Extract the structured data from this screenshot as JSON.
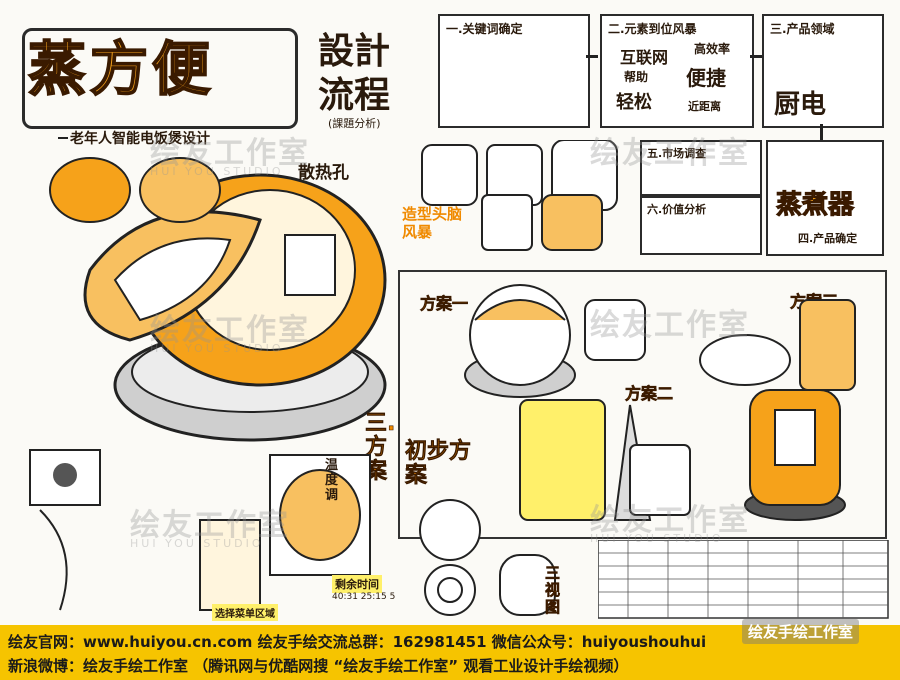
{
  "title": {
    "main": "蒸方便",
    "subtitle": "老年人智能电饭煲设计"
  },
  "process": {
    "heading_line1": "設計",
    "heading_line2": "流程",
    "big_char": "便",
    "annotation": "(課題分析)"
  },
  "steps": {
    "step1": "一.关键词确定",
    "step2": "二.元素到位风暴",
    "step2_words": [
      "互联网",
      "高效率",
      "帮助",
      "便捷",
      "轻松",
      "近距离"
    ],
    "step3": "三.产品领域",
    "step3_word": "厨电",
    "step4": "四.产品确定",
    "step4_word": "蒸煮器",
    "step5": "五.市场调查",
    "step6": "六.价值分析"
  },
  "labels": {
    "heat": "散热孔",
    "form_storm": "造型头脑风暴",
    "plan1": "方案一",
    "plan2": "方案二",
    "plan3": "方案三",
    "initial": "初步方案",
    "final": "三.方案",
    "temp": "温度调",
    "time": "剩余时间",
    "time_value": "40:31 25:15 5",
    "choose": "选择菜单区域",
    "three_view": "三视图"
  },
  "watermark": {
    "cn": "绘友工作室",
    "en": "HUI YOU STUDIO"
  },
  "footer": {
    "line1": "绘友官网：www.huiyou.cn.com   绘友手绘交流总群：162981451   微信公众号：huiyoushouhui",
    "line2": "新浪微博：绘友手绘工作室  （腾讯网与优酷网搜 “绘友手绘工作室” 观看工业设计手绘视频）",
    "badge": "绘友手绘工作室"
  },
  "colors": {
    "accent": "#f6a21a",
    "footer": "#f6c400",
    "ink": "#2a1a0c"
  }
}
